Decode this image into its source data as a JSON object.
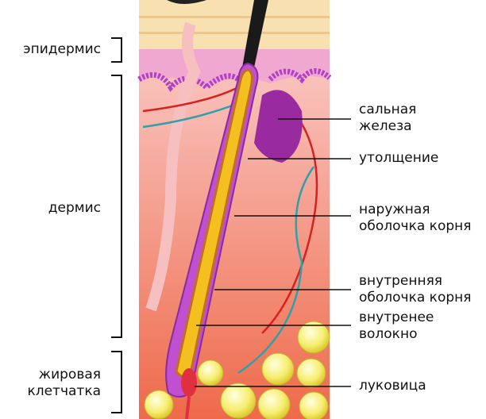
{
  "left_labels": {
    "epidermis": "эпидермис",
    "dermis": "дермис",
    "fat_line1": "жировая",
    "fat_line2": "клетчатка"
  },
  "right_labels": {
    "sebaceous_line1": "сальная",
    "sebaceous_line2": "железа",
    "bulge": "утолщение",
    "outer_line1": "наружная",
    "outer_line2": "оболочка корня",
    "inner_line1": "внутренняя",
    "inner_line2": "оболочка корня",
    "fiber_line1": "внутренее",
    "fiber_line2": "волокно",
    "bulb": "луковица"
  },
  "colors": {
    "follicle": "#b040c8",
    "hair_core": "#f4c020",
    "shaft": "#1a1a1a",
    "dermis_top": "#f8c8c0",
    "dermis_bottom": "#f07050",
    "fat": "#f8f070"
  }
}
